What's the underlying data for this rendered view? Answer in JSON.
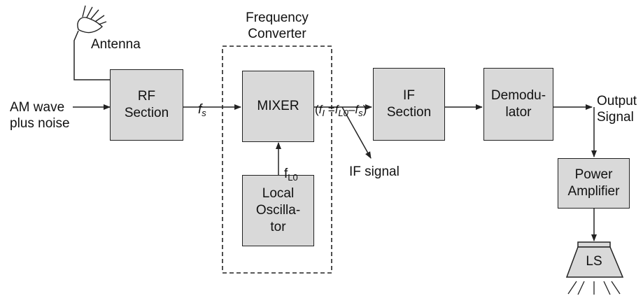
{
  "labels": {
    "input": "AM wave\nplus noise",
    "antenna": "Antenna",
    "frequency_converter": "Frequency\nConverter",
    "fs_main": "f",
    "fs_sub": "s",
    "fl0_main": "f",
    "fl0_sub": "L0",
    "fi_open": "(",
    "fi_f1": "f",
    "fi_sub1": "I",
    "fi_eq": " =",
    "fi_f2": "f",
    "fi_sub2": "L0",
    "fi_minus": "–",
    "fi_f3": "f",
    "fi_sub3": "s",
    "fi_close": ")",
    "if_signal": "IF signal",
    "output_signal": "Output\nSignal"
  },
  "blocks": {
    "rf_section": "RF\nSection",
    "mixer": "MIXER",
    "local_oscillator": "Local\nOscilla-\ntor",
    "if_section": "IF\nSection",
    "demodulator": "Demodu-\nlator",
    "power_amplifier": "Power\nAmplifier",
    "loudspeaker": "LS"
  },
  "colors": {
    "block_fill": "#d9d9d9",
    "line": "#222222"
  }
}
